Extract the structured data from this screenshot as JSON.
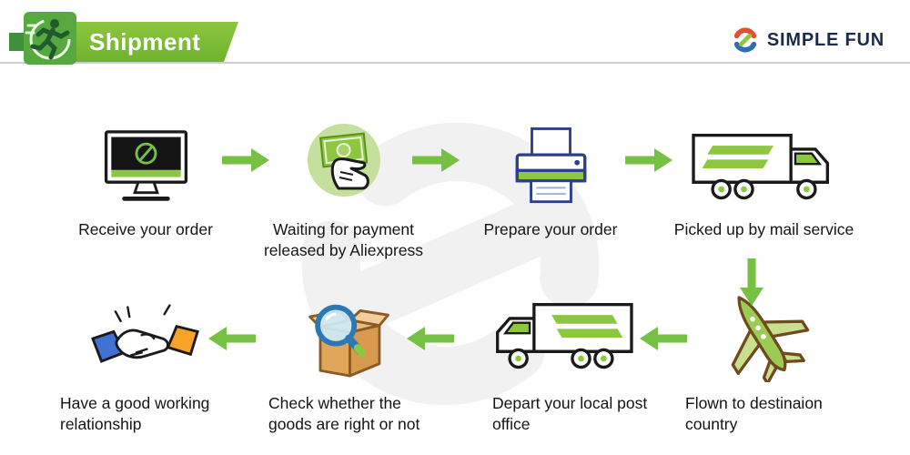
{
  "header": {
    "title": "Shipment",
    "brand": "SIMPLE FUN"
  },
  "colors": {
    "accent_green": "#76C043",
    "banner_green": "#8CC63F",
    "brand_navy": "#1C2B4A",
    "printer_blue": "#2B3F8C",
    "box_brown": "#8A5B25",
    "sleeve_blue": "#3F72D2",
    "sleeve_orange": "#F6A326"
  },
  "icons": [
    "runner-icon",
    "brand-swirl-icon",
    "monitor-icon",
    "payment-hand-icon",
    "printer-icon",
    "truck-right-icon",
    "airplane-icon",
    "truck-left-icon",
    "box-magnifier-icon",
    "handshake-icon",
    "arrow-right-icon",
    "arrow-down-icon",
    "arrow-left-icon",
    "watermark-logo-icon"
  ],
  "steps": [
    {
      "id": "receive-order",
      "icon": "monitor-icon",
      "label": "Receive your order"
    },
    {
      "id": "waiting-payment",
      "icon": "payment-hand-icon",
      "label": "Waiting for payment released by Aliexpress"
    },
    {
      "id": "prepare-order",
      "icon": "printer-icon",
      "label": "Prepare your order"
    },
    {
      "id": "picked-up",
      "icon": "truck-right-icon",
      "label": "Picked up by mail service"
    },
    {
      "id": "flown-destination",
      "icon": "airplane-icon",
      "label": "Flown to destinaion country"
    },
    {
      "id": "depart-post-office",
      "icon": "truck-left-icon",
      "label": "Depart your local post office"
    },
    {
      "id": "check-goods",
      "icon": "box-magnifier-icon",
      "label": "Check whether the goods are right or not"
    },
    {
      "id": "good-relationship",
      "icon": "handshake-icon",
      "label": "Have a good working relationship"
    }
  ]
}
